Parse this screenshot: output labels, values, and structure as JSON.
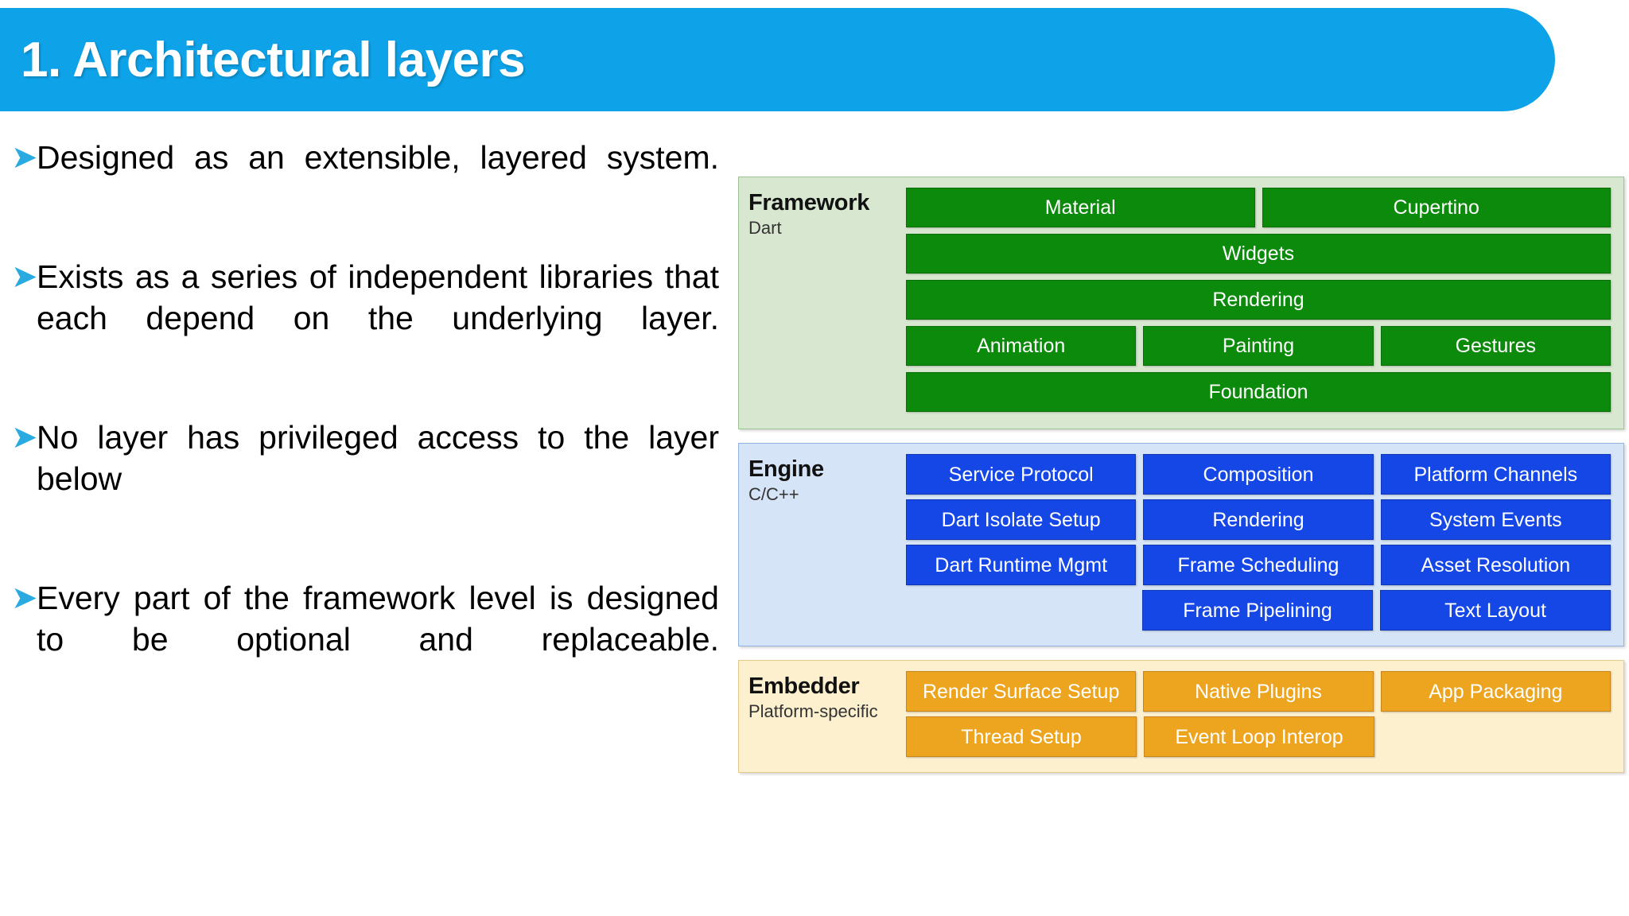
{
  "slide": {
    "title": "1. Architectural layers",
    "accent_color": "#0ea2e8",
    "bullet_marker": "➤"
  },
  "bullets": [
    {
      "text": "Designed as an extensible, layered system.",
      "justified": true
    },
    {
      "text": "Exists as a series of independent libraries that each depend on the underlying layer.",
      "justified": true
    },
    {
      "text": "No layer has privileged access to the layer below",
      "justified": true
    },
    {
      "text": "Every part of the framework level is designed to be optional and replaceable.",
      "justified": true
    }
  ],
  "diagram": {
    "layers": [
      {
        "id": "framework",
        "title": "Framework",
        "subtitle": "Dart",
        "panel_bg": "#d8e8d0",
        "panel_border": "#9fc493",
        "box_bg": "#0c8a0c",
        "box_border": "#0a6f0a",
        "rows": [
          [
            {
              "label": "Material",
              "flex": 1
            },
            {
              "label": "Cupertino",
              "flex": 1
            }
          ],
          [
            {
              "label": "Widgets",
              "flex": 1
            }
          ],
          [
            {
              "label": "Rendering",
              "flex": 1
            }
          ],
          [
            {
              "label": "Animation",
              "flex": 1
            },
            {
              "label": "Painting",
              "flex": 1
            },
            {
              "label": "Gestures",
              "flex": 1
            }
          ],
          [
            {
              "label": "Foundation",
              "flex": 1
            }
          ]
        ]
      },
      {
        "id": "engine",
        "title": "Engine",
        "subtitle": "C/C++",
        "panel_bg": "#d6e4f7",
        "panel_border": "#93b2e0",
        "box_bg": "#1547e6",
        "box_border": "#0f37b6",
        "rows": [
          [
            {
              "label": "Service Protocol",
              "flex": 1
            },
            {
              "label": "Composition",
              "flex": 1
            },
            {
              "label": "Platform Channels",
              "flex": 1
            }
          ],
          [
            {
              "label": "Dart Isolate Setup",
              "flex": 1
            },
            {
              "label": "Rendering",
              "flex": 1
            },
            {
              "label": "System Events",
              "flex": 1
            }
          ],
          [
            {
              "label": "Dart Runtime Mgmt",
              "flex": 1
            },
            {
              "label": "Frame Scheduling",
              "flex": 1
            },
            {
              "label": "Asset Resolution",
              "flex": 1
            }
          ],
          [
            {
              "label": "",
              "flex": 1,
              "spacer": true
            },
            {
              "label": "Frame Pipelining",
              "flex": 1
            },
            {
              "label": "Text Layout",
              "flex": 1
            }
          ]
        ]
      },
      {
        "id": "embedder",
        "title": "Embedder",
        "subtitle": "Platform-specific",
        "panel_bg": "#fdf0cf",
        "panel_border": "#e3c98c",
        "box_bg": "#eda51f",
        "box_border": "#c9861a",
        "rows": [
          [
            {
              "label": "Render Surface Setup",
              "flex": 1
            },
            {
              "label": "Native Plugins",
              "flex": 1
            },
            {
              "label": "App Packaging",
              "flex": 1
            }
          ],
          [
            {
              "label": "Thread Setup",
              "flex": 1
            },
            {
              "label": "Event Loop Interop",
              "flex": 1
            },
            {
              "label": "",
              "flex": 1,
              "spacer": true
            }
          ]
        ]
      }
    ]
  }
}
